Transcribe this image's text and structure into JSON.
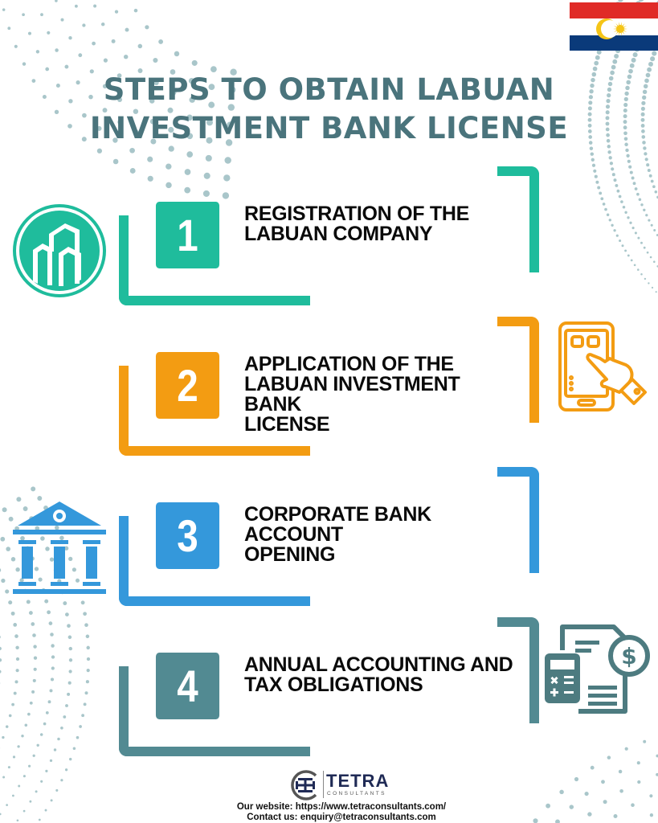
{
  "header": {
    "title_line1": "STEPS TO OBTAIN LABUAN",
    "title_line2": "INVESTMENT BANK LICENSE",
    "title_color": "#4a747c",
    "flag": "labuan-flag"
  },
  "steps": [
    {
      "number": "1",
      "line1": "REGISTRATION OF THE",
      "line2": "LABUAN COMPANY",
      "line3": "",
      "color": "#1fbc9c",
      "icon": "buildings-icon"
    },
    {
      "number": "2",
      "line1": "APPLICATION OF THE",
      "line2": "LABUAN INVESTMENT BANK",
      "line3": "LICENSE",
      "color": "#f39c12",
      "icon": "smartphone-tap-icon"
    },
    {
      "number": "3",
      "line1": "CORPORATE BANK ACCOUNT",
      "line2": "OPENING",
      "line3": "",
      "color": "#3498db",
      "icon": "bank-building-icon"
    },
    {
      "number": "4",
      "line1": "ANNUAL ACCOUNTING AND",
      "line2": "TAX OBLIGATIONS",
      "line3": "",
      "color": "#528a92",
      "icon": "invoice-calculator-icon"
    }
  ],
  "footer": {
    "brand": "TETRA",
    "brand_sub": "CONSULTANTS",
    "website": "Our website: https://www.tetraconsultants.com/",
    "contact": "Contact us:  enquiry@tetraconsultants.com"
  }
}
